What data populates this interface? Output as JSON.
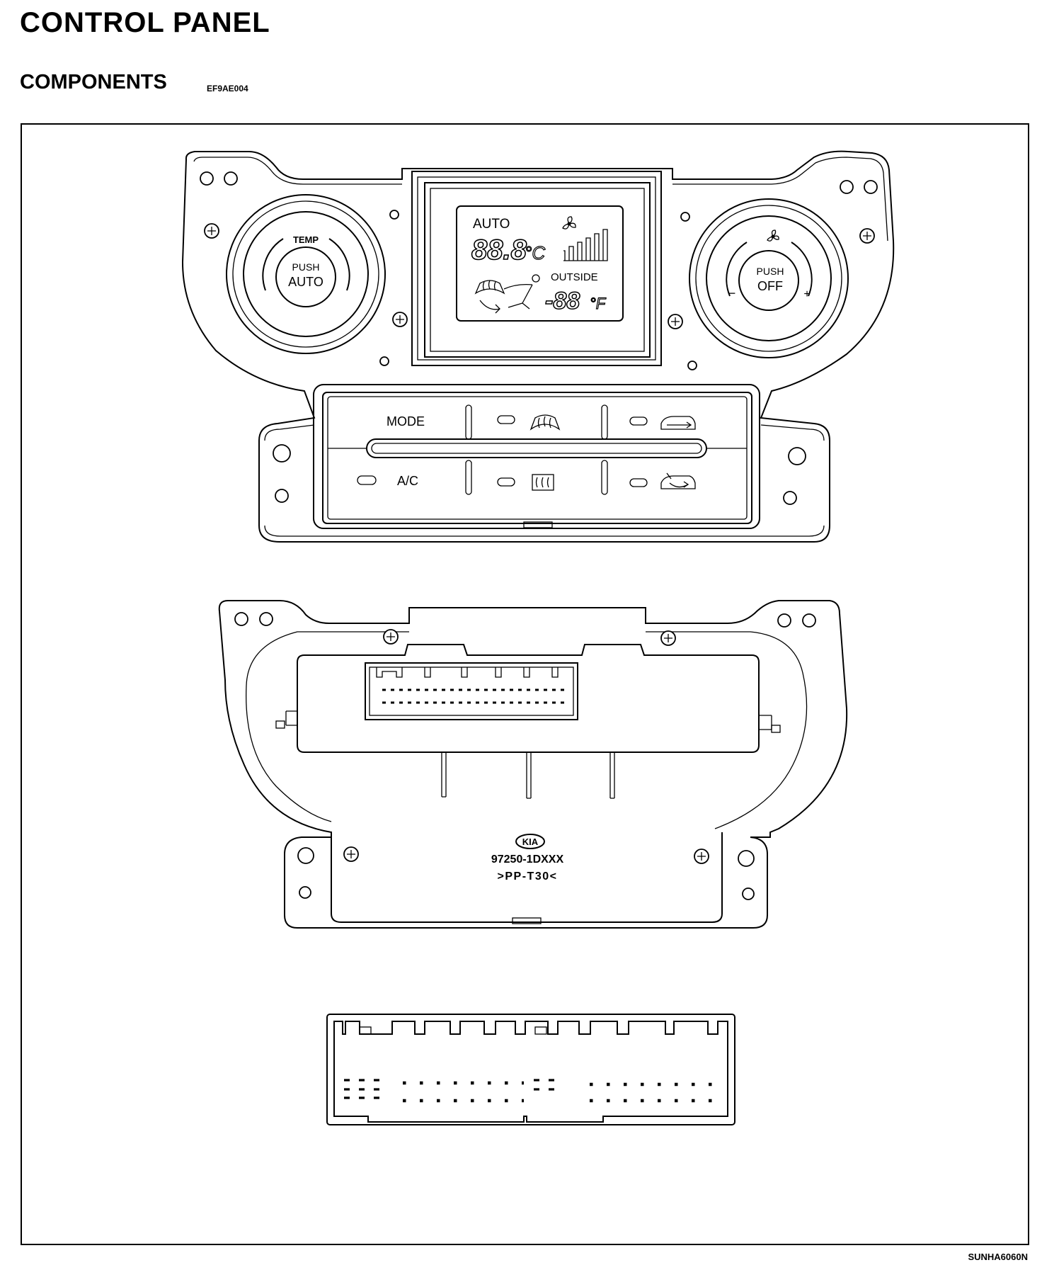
{
  "header": {
    "title": "CONTROL PANEL",
    "section": "COMPONENTS",
    "section_code": "EF9AE004"
  },
  "front_panel": {
    "left_knob": {
      "top_label": "TEMP",
      "push_label": "PUSH",
      "main_label": "AUTO"
    },
    "right_knob": {
      "push_label": "PUSH",
      "main_label": "OFF",
      "minus": "−",
      "plus": "+",
      "icon": "fan-icon"
    },
    "display": {
      "auto_label": "AUTO",
      "temp_digits": "88.8",
      "temp_unit": "°C",
      "outside_label": "OUTSIDE",
      "outside_digits": "-88",
      "outside_unit": "°F",
      "icons": [
        "fan-icon",
        "fan-speed-bars-icon",
        "windshield-defrost-icon",
        "seated-person-airflow-icon"
      ]
    },
    "buttons": {
      "mode": "MODE",
      "ac": "A/C",
      "icons": [
        "windshield-defrost-icon",
        "rear-defrost-icon",
        "fresh-air-icon",
        "recirculation-icon"
      ]
    }
  },
  "rear_panel": {
    "brand": "KIA",
    "part_number": "97250-1DXXX",
    "material": ">PP-T30<"
  },
  "figure_code": "SUNHA6060N"
}
